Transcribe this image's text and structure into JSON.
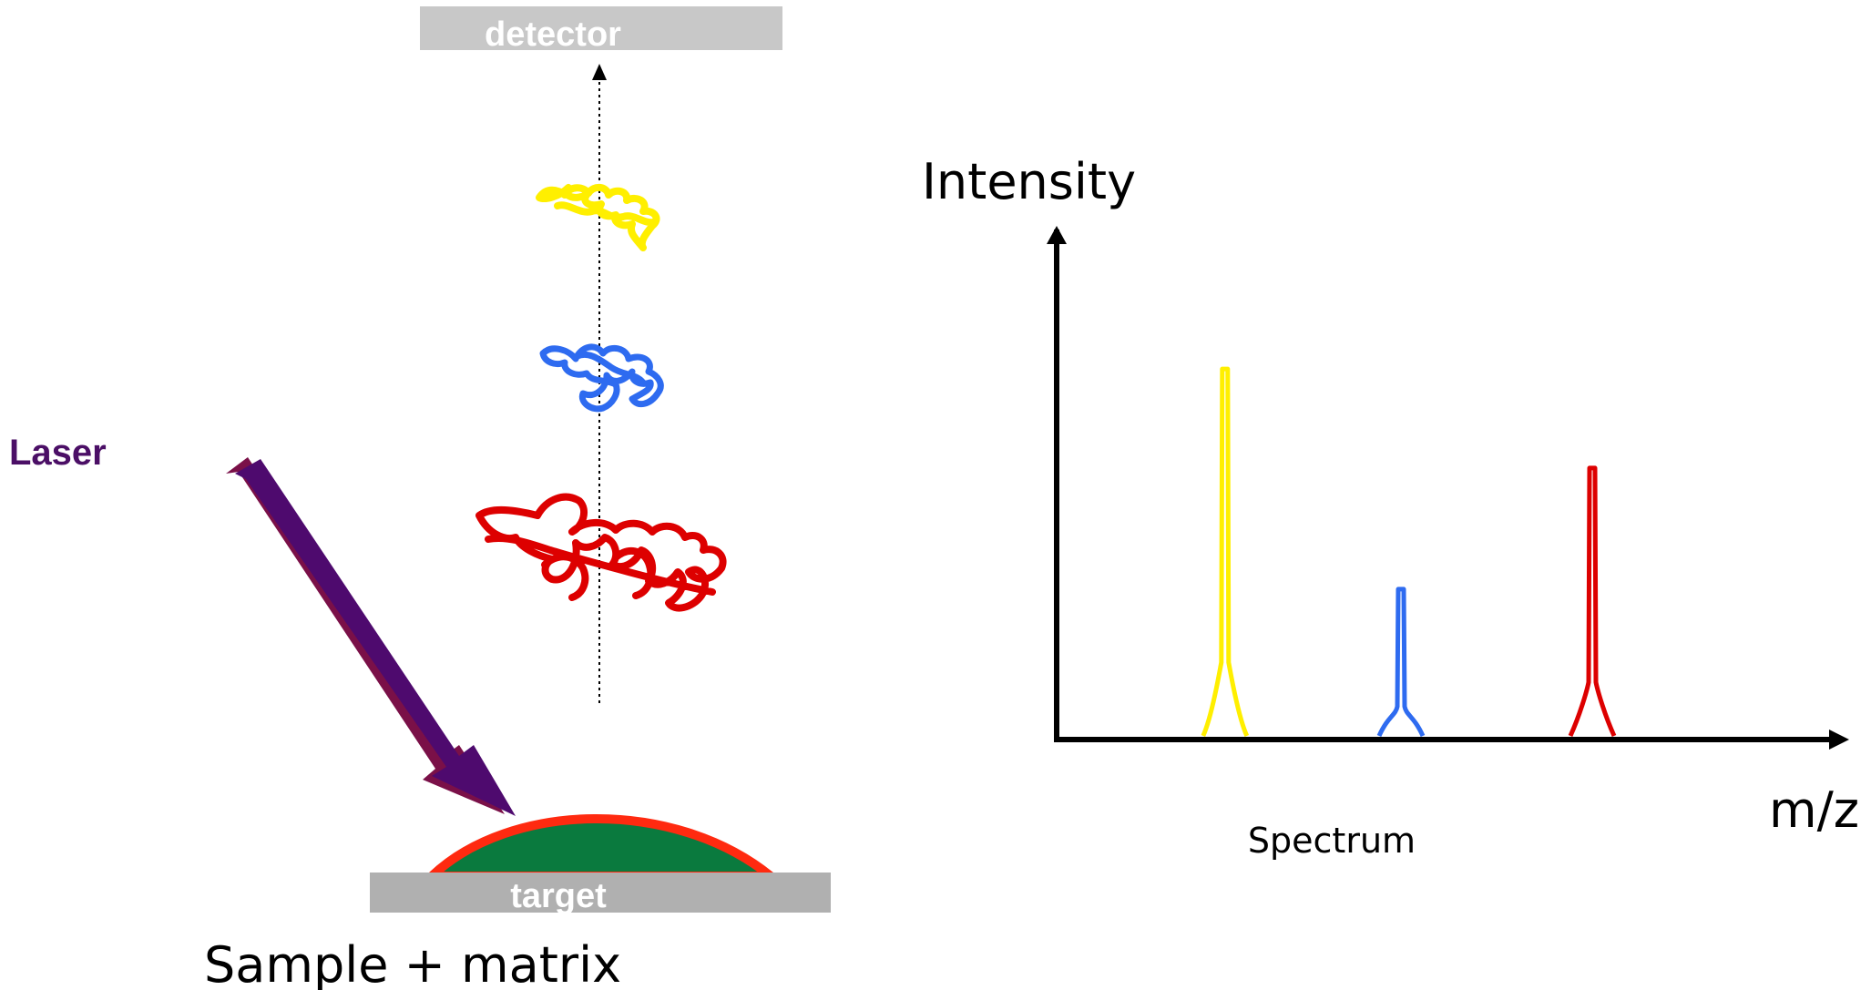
{
  "labels": {
    "detector": "detector",
    "target": "target",
    "laser": "Laser",
    "sample": "Sample + matrix",
    "intensity_axis": "Intensity",
    "mz_axis": "m/z",
    "spectrum": "Spectrum"
  },
  "colors": {
    "detector_plate": "#c8c8c8",
    "target_plate": "#b0b0b0",
    "laser_label": "#4b0f66",
    "laser_arrow": "#4e0a6e",
    "laser_arrow_shadow": "#7a1048",
    "sample_fill": "#0a7a3e",
    "sample_rim": "#ff2a10",
    "ion_heavy": "#dd0000",
    "ion_medium": "#2e6bf0",
    "ion_light": "#ffef00",
    "axis": "#000000",
    "flight_path": "#000000"
  },
  "ions": [
    {
      "name": "light-ion",
      "color_key": "ion_light",
      "mz_rank": 1
    },
    {
      "name": "medium-ion",
      "color_key": "ion_medium",
      "mz_rank": 2
    },
    {
      "name": "heavy-ion",
      "color_key": "ion_heavy",
      "mz_rank": 3
    }
  ],
  "chart_data": {
    "type": "line",
    "title": "",
    "xlabel": "m/z",
    "ylabel": "Intensity",
    "caption": "Spectrum",
    "series": [
      {
        "color": "#ffef00",
        "peak_position": 0.22,
        "relative_intensity": 1.0
      },
      {
        "color": "#2e6bf0",
        "peak_position": 0.45,
        "relative_intensity": 0.4
      },
      {
        "color": "#dd0000",
        "peak_position": 0.7,
        "relative_intensity": 0.73
      }
    ],
    "xlim": [
      0,
      1
    ],
    "ylim": [
      0,
      1.38
    ],
    "grid": false
  }
}
